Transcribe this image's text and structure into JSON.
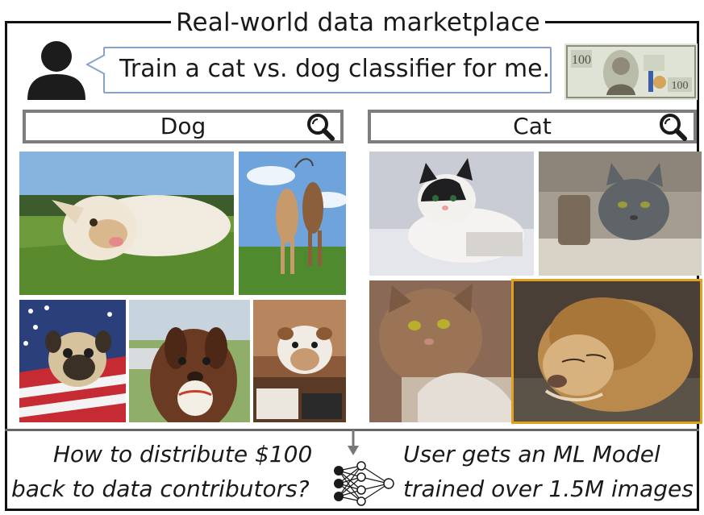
{
  "header": {
    "title": "Real-world data marketplace"
  },
  "request": {
    "text": "Train a cat vs. dog classifier for me."
  },
  "searches": {
    "dog": {
      "query": "Dog"
    },
    "cat": {
      "query": "Cat"
    }
  },
  "bottom": {
    "question_line1": "How to distribute $100",
    "question_line2": "back to data contributors?",
    "result_line1": "User gets an ML Model",
    "result_line2": "trained over 1.5M images"
  },
  "colors": {
    "frame": "#111111",
    "bubble_border": "#8aa1c8",
    "search_border": "#7d7d7d",
    "highlight_border": "#e0a020"
  },
  "icons": [
    "user-icon",
    "dollar-bill-image",
    "search-icon",
    "neural-network-icon",
    "down-arrow-icon"
  ]
}
